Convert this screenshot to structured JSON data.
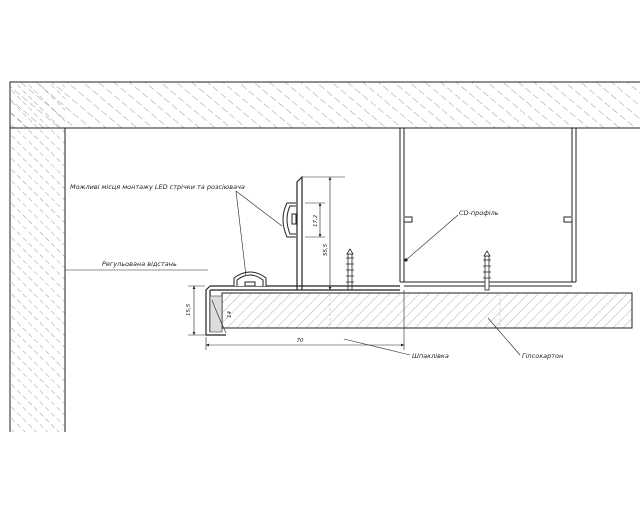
{
  "labels": {
    "led_mount": "Можливі місця монтажу LED стрічки та розсіювача",
    "adjustable_distance": "Регульована відстань",
    "cd_profile": "CD-профіль",
    "putty": "Шпаклівка",
    "drywall": "Гіпсокартон"
  },
  "dimensions": {
    "led_height": "17,2",
    "total_height": "55,5",
    "lip_height": "15,5",
    "inner_offset": "14",
    "width": "70"
  },
  "colors": {
    "line": "#222222",
    "hatch": "#444444",
    "fill": "#ffffff"
  }
}
